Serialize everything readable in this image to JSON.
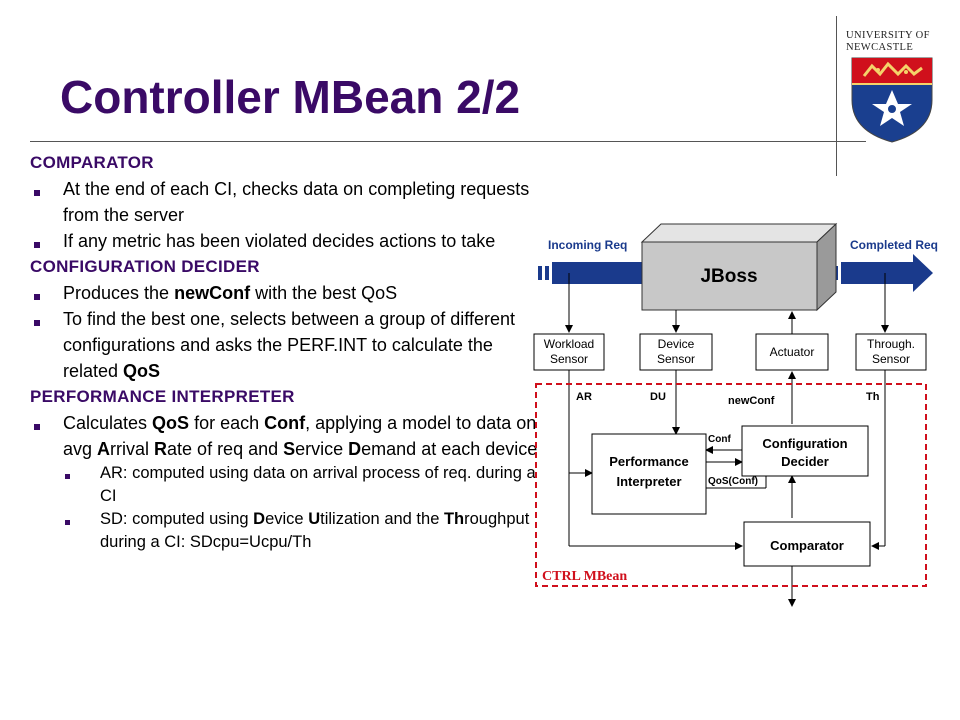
{
  "title": "Controller MBean 2/2",
  "logo": {
    "line1": "UNIVERSITY OF",
    "line2": "NEWCASTLE",
    "colors": {
      "shield_red": "#d0101c",
      "shield_blue": "#1a3f8f"
    }
  },
  "sections": {
    "comparator": {
      "heading": "COMPARATOR",
      "b1": "At the end of each CI, checks data on completing requests from the server",
      "b2": "If any metric has been violated decides actions to take"
    },
    "config": {
      "heading": "CONFIGURATION DECIDER",
      "b1_pre": "Produces the ",
      "b1_bold": "newConf",
      "b1_post": " with the best QoS",
      "b2_pre": "To find the best one, selects between a group of different configurations and asks the PERF.INT to calculate the related ",
      "b2_bold": "QoS"
    },
    "perf": {
      "heading": "PERFORMANCE INTERPRETER",
      "b1_t1": "Calculates ",
      "b1_b1": "QoS",
      "b1_t2": " for each ",
      "b1_b2": "Conf",
      "b1_t3": ", applying a model to data on avg ",
      "b1_b3": "A",
      "b1_t4": "rrival ",
      "b1_b4": "R",
      "b1_t5": "ate of req and ",
      "b1_b5": "S",
      "b1_t6": "ervice ",
      "b1_b6": "D",
      "b1_t7": "emand at each device",
      "sub1": "AR: computed using data on arrival process of req. during a CI",
      "sub2_t1": "SD: computed using ",
      "sub2_b1": "D",
      "sub2_t2": "evice ",
      "sub2_b2": "U",
      "sub2_t3": "tilization and the ",
      "sub2_b3": "Th",
      "sub2_t4": "roughput during a CI: SDcpu=Ucpu/Th"
    }
  },
  "diagram": {
    "incoming": "Incoming Req",
    "completed": "Completed Req",
    "jboss": "JBoss",
    "workload1": "Workload",
    "workload2": "Sensor",
    "device1": "Device",
    "device2": "Sensor",
    "actuator": "Actuator",
    "through1": "Through.",
    "through2": "Sensor",
    "ar": "AR",
    "du": "DU",
    "newconf": "newConf",
    "th": "Th",
    "conf": "Conf",
    "qosconf": "QoS(Conf)",
    "perf1": "Performance",
    "perf2": "Interpreter",
    "cfg1": "Configuration",
    "cfg2": "Decider",
    "comparator": "Comparator",
    "ctrl": "CTRL MBean",
    "colors": {
      "arrow_blue": "#1a3a8c",
      "ctrl_red": "#d0101c",
      "box_grey": "#c8c8c8"
    }
  }
}
